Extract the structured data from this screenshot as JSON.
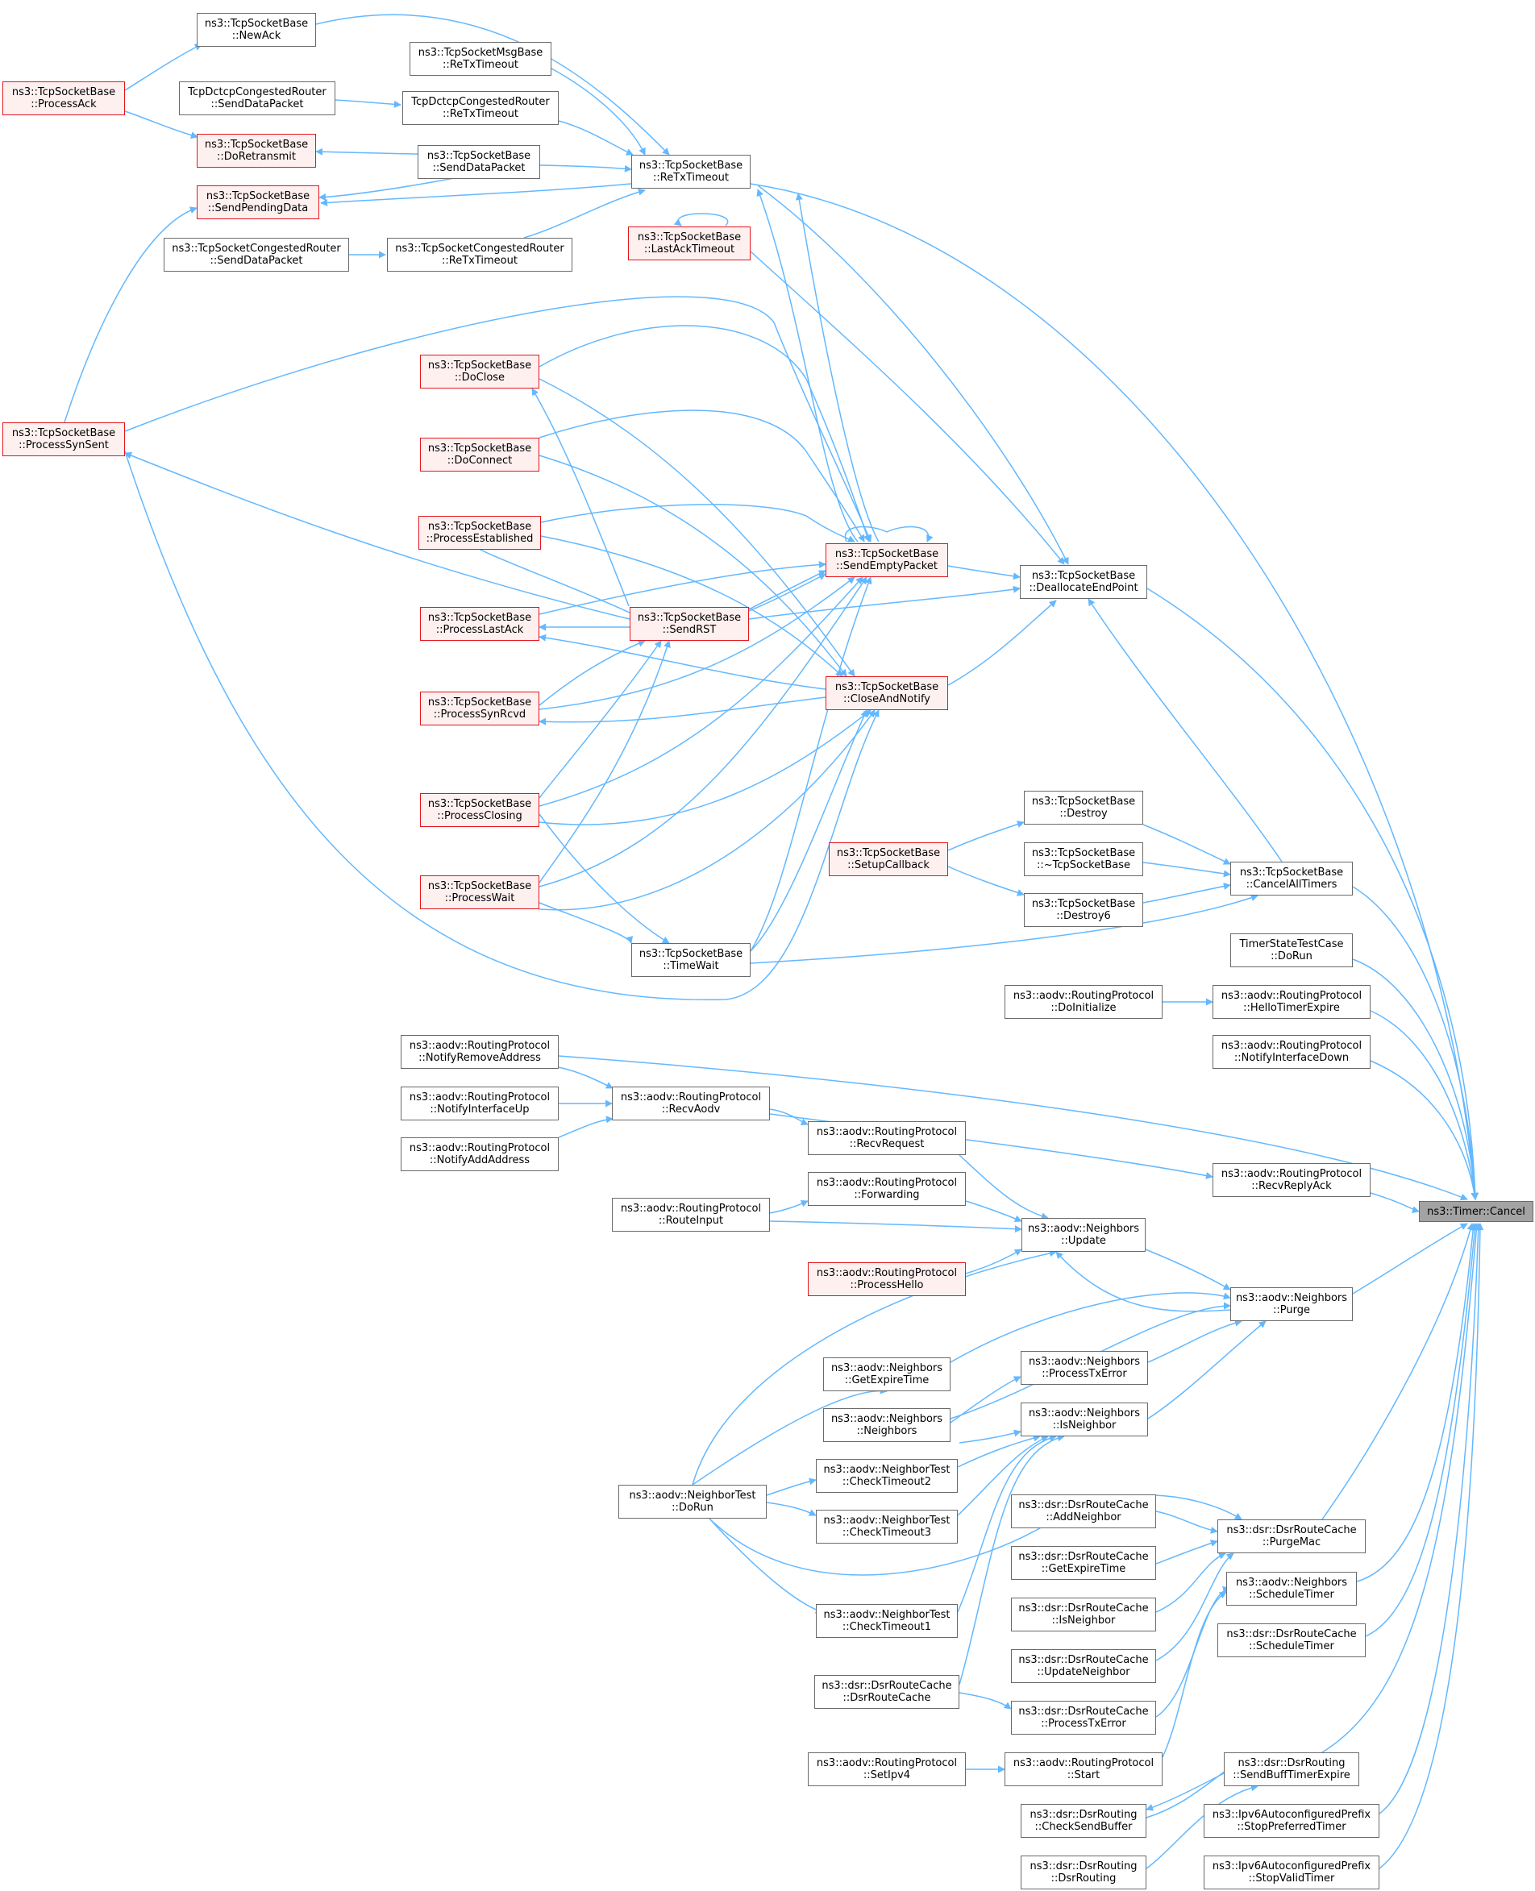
{
  "colors": {
    "edge": "#63b8ff",
    "node_border": "#666666",
    "red_border": "#ff0000",
    "red_fill": "#fff0f0",
    "root_fill": "#a0a0a0"
  },
  "nodes": [
    {
      "id": "ns3-timer-cancel",
      "l1": "ns3::Timer::Cancel",
      "l2": "",
      "style": "root"
    },
    {
      "id": "tcp-newack",
      "l1": "ns3::TcpSocketBase",
      "l2": "::NewAck",
      "style": "normal"
    },
    {
      "id": "tcp-processack",
      "l1": "ns3::TcpSocketBase",
      "l2": "::ProcessAck",
      "style": "red"
    },
    {
      "id": "tcpmsg-retxtimeout",
      "l1": "ns3::TcpSocketMsgBase",
      "l2": "::ReTxTimeout",
      "style": "normal"
    },
    {
      "id": "dctcp-senddatapacket",
      "l1": "TcpDctcpCongestedRouter",
      "l2": "::SendDataPacket",
      "style": "normal"
    },
    {
      "id": "dctcp-retxtimeout",
      "l1": "TcpDctcpCongestedRouter",
      "l2": "::ReTxTimeout",
      "style": "normal"
    },
    {
      "id": "tcp-doretransmit",
      "l1": "ns3::TcpSocketBase",
      "l2": "::DoRetransmit",
      "style": "red"
    },
    {
      "id": "tcp-senddatapacket",
      "l1": "ns3::TcpSocketBase",
      "l2": "::SendDataPacket",
      "style": "normal"
    },
    {
      "id": "tcp-retxtimeout",
      "l1": "ns3::TcpSocketBase",
      "l2": "::ReTxTimeout",
      "style": "normal"
    },
    {
      "id": "tcp-sendpendingdata",
      "l1": "ns3::TcpSocketBase",
      "l2": "::SendPendingData",
      "style": "red"
    },
    {
      "id": "tcp-lastacktimeout",
      "l1": "ns3::TcpSocketBase",
      "l2": "::LastAckTimeout",
      "style": "red"
    },
    {
      "id": "cr-senddatapacket",
      "l1": "ns3::TcpSocketCongestedRouter",
      "l2": "::SendDataPacket",
      "style": "normal"
    },
    {
      "id": "cr-retxtimeout",
      "l1": "ns3::TcpSocketCongestedRouter",
      "l2": "::ReTxTimeout",
      "style": "normal"
    },
    {
      "id": "tcp-doclose",
      "l1": "ns3::TcpSocketBase",
      "l2": "::DoClose",
      "style": "red"
    },
    {
      "id": "tcp-processsynsent",
      "l1": "ns3::TcpSocketBase",
      "l2": "::ProcessSynSent",
      "style": "red"
    },
    {
      "id": "tcp-doconnect",
      "l1": "ns3::TcpSocketBase",
      "l2": "::DoConnect",
      "style": "red"
    },
    {
      "id": "tcp-processestablished",
      "l1": "ns3::TcpSocketBase",
      "l2": "::ProcessEstablished",
      "style": "red"
    },
    {
      "id": "tcp-sendemptypacket",
      "l1": "ns3::TcpSocketBase",
      "l2": "::SendEmptyPacket",
      "style": "red"
    },
    {
      "id": "tcp-deallocateendpoint",
      "l1": "ns3::TcpSocketBase",
      "l2": "::DeallocateEndPoint",
      "style": "normal"
    },
    {
      "id": "tcp-processlastack",
      "l1": "ns3::TcpSocketBase",
      "l2": "::ProcessLastAck",
      "style": "red"
    },
    {
      "id": "tcp-sendrst",
      "l1": "ns3::TcpSocketBase",
      "l2": "::SendRST",
      "style": "red"
    },
    {
      "id": "tcp-processsynrcvd",
      "l1": "ns3::TcpSocketBase",
      "l2": "::ProcessSynRcvd",
      "style": "red"
    },
    {
      "id": "tcp-closeandnotify",
      "l1": "ns3::TcpSocketBase",
      "l2": "::CloseAndNotify",
      "style": "red"
    },
    {
      "id": "tcp-destroy",
      "l1": "ns3::TcpSocketBase",
      "l2": "::Destroy",
      "style": "normal"
    },
    {
      "id": "tcp-processclosing",
      "l1": "ns3::TcpSocketBase",
      "l2": "::ProcessClosing",
      "style": "red"
    },
    {
      "id": "tcp-setupcallback",
      "l1": "ns3::TcpSocketBase",
      "l2": "::SetupCallback",
      "style": "red"
    },
    {
      "id": "tcp-destructor",
      "l1": "ns3::TcpSocketBase",
      "l2": "::~TcpSocketBase",
      "style": "normal"
    },
    {
      "id": "tcp-cancelalltimers",
      "l1": "ns3::TcpSocketBase",
      "l2": "::CancelAllTimers",
      "style": "normal"
    },
    {
      "id": "tcp-processwait",
      "l1": "ns3::TcpSocketBase",
      "l2": "::ProcessWait",
      "style": "red"
    },
    {
      "id": "tcp-destroy6",
      "l1": "ns3::TcpSocketBase",
      "l2": "::Destroy6",
      "style": "normal"
    },
    {
      "id": "tcp-timewait",
      "l1": "ns3::TcpSocketBase",
      "l2": "::TimeWait",
      "style": "normal"
    },
    {
      "id": "timerstate-dorun",
      "l1": "TimerStateTestCase",
      "l2": "::DoRun",
      "style": "normal"
    },
    {
      "id": "aodv-doinitialize",
      "l1": "ns3::aodv::RoutingProtocol",
      "l2": "::DoInitialize",
      "style": "normal"
    },
    {
      "id": "aodv-hellotimerexpire",
      "l1": "ns3::aodv::RoutingProtocol",
      "l2": "::HelloTimerExpire",
      "style": "normal"
    },
    {
      "id": "aodv-notifyremoveaddress",
      "l1": "ns3::aodv::RoutingProtocol",
      "l2": "::NotifyRemoveAddress",
      "style": "normal"
    },
    {
      "id": "aodv-notifyinterfacedown",
      "l1": "ns3::aodv::RoutingProtocol",
      "l2": "::NotifyInterfaceDown",
      "style": "normal"
    },
    {
      "id": "aodv-notifyinterfaceup",
      "l1": "ns3::aodv::RoutingProtocol",
      "l2": "::NotifyInterfaceUp",
      "style": "normal"
    },
    {
      "id": "aodv-recvaodv",
      "l1": "ns3::aodv::RoutingProtocol",
      "l2": "::RecvAodv",
      "style": "normal"
    },
    {
      "id": "aodv-recvrequest",
      "l1": "ns3::aodv::RoutingProtocol",
      "l2": "::RecvRequest",
      "style": "normal"
    },
    {
      "id": "aodv-notifyaddaddress",
      "l1": "ns3::aodv::RoutingProtocol",
      "l2": "::NotifyAddAddress",
      "style": "normal"
    },
    {
      "id": "aodv-recvreplyack",
      "l1": "ns3::aodv::RoutingProtocol",
      "l2": "::RecvReplyAck",
      "style": "normal"
    },
    {
      "id": "aodv-forwarding",
      "l1": "ns3::aodv::RoutingProtocol",
      "l2": "::Forwarding",
      "style": "normal"
    },
    {
      "id": "aodv-routeinput",
      "l1": "ns3::aodv::RoutingProtocol",
      "l2": "::RouteInput",
      "style": "normal"
    },
    {
      "id": "neighbors-update",
      "l1": "ns3::aodv::Neighbors",
      "l2": "::Update",
      "style": "normal"
    },
    {
      "id": "aodv-processhello",
      "l1": "ns3::aodv::RoutingProtocol",
      "l2": "::ProcessHello",
      "style": "red"
    },
    {
      "id": "neighbors-purge",
      "l1": "ns3::aodv::Neighbors",
      "l2": "::Purge",
      "style": "normal"
    },
    {
      "id": "neighbors-getexpiretime",
      "l1": "ns3::aodv::Neighbors",
      "l2": "::GetExpireTime",
      "style": "normal"
    },
    {
      "id": "neighbors-processtxerror",
      "l1": "ns3::aodv::Neighbors",
      "l2": "::ProcessTxError",
      "style": "normal"
    },
    {
      "id": "neighbors-neighbors",
      "l1": "ns3::aodv::Neighbors",
      "l2": "::Neighbors",
      "style": "normal"
    },
    {
      "id": "neighbors-isneighbor",
      "l1": "ns3::aodv::Neighbors",
      "l2": "::IsNeighbor",
      "style": "normal"
    },
    {
      "id": "neighbortest-checktimeout2",
      "l1": "ns3::aodv::NeighborTest",
      "l2": "::CheckTimeout2",
      "style": "normal"
    },
    {
      "id": "neighbortest-dorun",
      "l1": "ns3::aodv::NeighborTest",
      "l2": "::DoRun",
      "style": "normal"
    },
    {
      "id": "neighbortest-checktimeout3",
      "l1": "ns3::aodv::NeighborTest",
      "l2": "::CheckTimeout3",
      "style": "normal"
    },
    {
      "id": "dsrcache-addneighbor",
      "l1": "ns3::dsr::DsrRouteCache",
      "l2": "::AddNeighbor",
      "style": "normal"
    },
    {
      "id": "dsrcache-purgemac",
      "l1": "ns3::dsr::DsrRouteCache",
      "l2": "::PurgeMac",
      "style": "normal"
    },
    {
      "id": "dsrcache-getexpiretime",
      "l1": "ns3::dsr::DsrRouteCache",
      "l2": "::GetExpireTime",
      "style": "normal"
    },
    {
      "id": "neighbors-scheduletimer",
      "l1": "ns3::aodv::Neighbors",
      "l2": "::ScheduleTimer",
      "style": "normal"
    },
    {
      "id": "neighbortest-checktimeout1",
      "l1": "ns3::aodv::NeighborTest",
      "l2": "::CheckTimeout1",
      "style": "normal"
    },
    {
      "id": "dsrcache-isneighbor",
      "l1": "ns3::dsr::DsrRouteCache",
      "l2": "::IsNeighbor",
      "style": "normal"
    },
    {
      "id": "dsrcache-scheduletimer",
      "l1": "ns3::dsr::DsrRouteCache",
      "l2": "::ScheduleTimer",
      "style": "normal"
    },
    {
      "id": "dsrcache-updateneighbor",
      "l1": "ns3::dsr::DsrRouteCache",
      "l2": "::UpdateNeighbor",
      "style": "normal"
    },
    {
      "id": "dsrcache-dsrroutecache",
      "l1": "ns3::dsr::DsrRouteCache",
      "l2": "::DsrRouteCache",
      "style": "normal"
    },
    {
      "id": "dsrcache-processtxerror",
      "l1": "ns3::dsr::DsrRouteCache",
      "l2": "::ProcessTxError",
      "style": "normal"
    },
    {
      "id": "aodv-setipv4",
      "l1": "ns3::aodv::RoutingProtocol",
      "l2": "::SetIpv4",
      "style": "normal"
    },
    {
      "id": "aodv-start",
      "l1": "ns3::aodv::RoutingProtocol",
      "l2": "::Start",
      "style": "normal"
    },
    {
      "id": "dsrrouting-sendbufftimerexpire",
      "l1": "ns3::dsr::DsrRouting",
      "l2": "::SendBuffTimerExpire",
      "style": "normal"
    },
    {
      "id": "dsrrouting-checksendbuffer",
      "l1": "ns3::dsr::DsrRouting",
      "l2": "::CheckSendBuffer",
      "style": "normal"
    },
    {
      "id": "ipv6prefix-stoppreferredtimer",
      "l1": "ns3::Ipv6AutoconfiguredPrefix",
      "l2": "::StopPreferredTimer",
      "style": "normal"
    },
    {
      "id": "dsrrouting-dsrrouting",
      "l1": "ns3::dsr::DsrRouting",
      "l2": "::DsrRouting",
      "style": "normal"
    },
    {
      "id": "ipv6prefix-stopvalidtimer",
      "l1": "ns3::Ipv6AutoconfiguredPrefix",
      "l2": "::StopValidTimer",
      "style": "normal"
    }
  ]
}
